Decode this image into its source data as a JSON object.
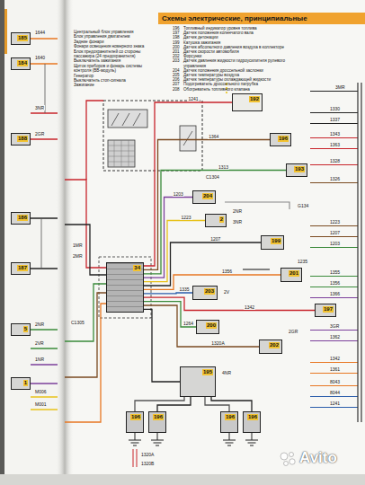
{
  "diagram": {
    "title": "Схемы электрические, принципиальные",
    "nodes": [
      {
        "text": [
          "34"
        ]
      },
      {
        "text": [
          "192"
        ]
      },
      {
        "text": [
          "196"
        ]
      },
      {
        "text": [
          "193"
        ]
      },
      {
        "text": [
          "204"
        ]
      },
      {
        "text": [
          "2"
        ]
      },
      {
        "text": [
          "199"
        ]
      },
      {
        "text": [
          "203"
        ]
      },
      {
        "text": [
          "201"
        ]
      },
      {
        "text": [
          "200"
        ]
      },
      {
        "text": [
          "197"
        ]
      },
      {
        "text": [
          "202"
        ]
      },
      {
        "text": [
          "195"
        ]
      },
      {
        "text": [
          "196"
        ]
      },
      {
        "text": [
          "196"
        ]
      },
      {
        "text": [
          "196"
        ]
      },
      {
        "text": [
          "196"
        ]
      },
      {
        "text": [
          "185"
        ]
      },
      {
        "text": [
          "184"
        ]
      },
      {
        "text": [
          "188"
        ]
      },
      {
        "text": [
          "186"
        ]
      },
      {
        "text": [
          "187"
        ]
      },
      {
        "text": [
          "5"
        ]
      },
      {
        "text": [
          "1"
        ]
      }
    ],
    "edges": [
      {
        "from": 1,
        "to": 0,
        "arrow": "none",
        "label": "1241"
      },
      {
        "from": 2,
        "to": 0,
        "arrow": "none",
        "label": "1364"
      },
      {
        "from": 3,
        "to": 0,
        "arrow": "none",
        "label": "1313"
      },
      {
        "from": 4,
        "to": 0,
        "arrow": "none",
        "label": "1203"
      },
      {
        "from": 5,
        "to": 0,
        "arrow": "none",
        "label": "1223"
      },
      {
        "from": 6,
        "to": 0,
        "arrow": "none",
        "label": "1207"
      },
      {
        "from": 8,
        "to": 0,
        "arrow": "none",
        "label": "1356"
      },
      {
        "from": 7,
        "to": 0,
        "arrow": "none",
        "label": "1335"
      },
      {
        "from": 10,
        "to": 0,
        "arrow": "none",
        "label": "1342"
      },
      {
        "from": 9,
        "to": 0,
        "arrow": "none",
        "label": "1264"
      },
      {
        "from": 11,
        "to": 0,
        "arrow": "none",
        "label": "1320A"
      },
      {
        "from": 12,
        "to": 0,
        "arrow": "none"
      },
      {
        "from": 12,
        "to": 13,
        "arrow": "none"
      },
      {
        "from": 12,
        "to": 14,
        "arrow": "none"
      },
      {
        "from": 12,
        "to": 15,
        "arrow": "none"
      },
      {
        "from": 12,
        "to": 16,
        "arrow": "none"
      }
    ],
    "labels": [
      "Центральный блок управления",
      "Блок управления двигателем",
      "Задние фонари",
      "Фонари освещения номерного знака",
      "Блок предохранителей со стороны пассажира (24 предохранителя)",
      "Выключатель зажигания",
      "Щиток приборов и фонарь системы контроля (ВВ-модуль)",
      "Генератор",
      "Выключатель стоп-сигнала",
      "Зажигание",
      "196",
      "Топливный индикатор уровня топлива",
      "197",
      "Датчик положения коленчатого вала",
      "198",
      "Датчик детонации",
      "199",
      "Катушка зажигания",
      "200",
      "Датчик абсолютного давления воздуха в коллекторе",
      "201",
      "Датчик скорости автомобиля",
      "202",
      "Форсунки",
      "203",
      "Датчик давления жидкости гидроусилителя рулевого управления",
      "204",
      "Датчик положения дроссельной заслонки",
      "205",
      "Датчик температуры воздуха",
      "206",
      "Датчик температуры охлаждающей жидкости",
      "207",
      "Подогреватель дроссельного патрубка",
      "208",
      "Обогреватель топливного клапана",
      "1644",
      "1640",
      "2GR",
      "3NR",
      "2NR",
      "2VR",
      "1NR",
      "M006",
      "M001",
      "3MR",
      "1330",
      "1337",
      "1343",
      "1363",
      "1328",
      "1326",
      "C1304",
      "G134",
      "1223",
      "1207",
      "1203",
      "1235",
      "1355",
      "1356",
      "1366",
      "3GR",
      "1362",
      "2GR",
      "1342",
      "1361",
      "8043",
      "8044",
      "1241",
      "2NR",
      "3NR",
      "2V",
      "4NR",
      "1320A",
      "1320B",
      "1MR",
      "2MR",
      "C1305",
      "Avito"
    ]
  }
}
